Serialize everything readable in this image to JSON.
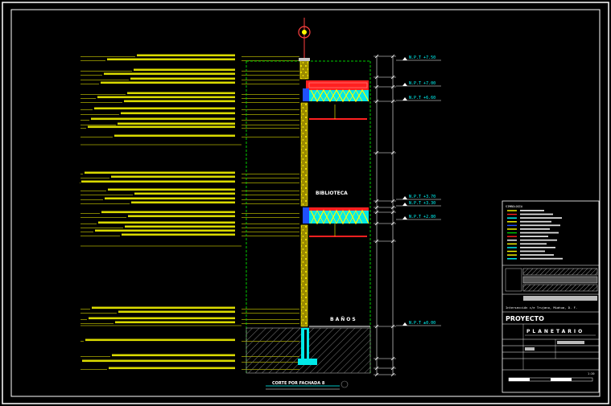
{
  "drawing": {
    "room_upper": "BIBLIOTECA",
    "room_lower": "BAÑOS",
    "section_title": "CORTE POR FACHADA 8",
    "levels": [
      {
        "label": "N.P.T +7.50"
      },
      {
        "label": "N.P.T +7.00"
      },
      {
        "label": "N.P.T +6.60"
      },
      {
        "label": "N.P.T +3.70"
      },
      {
        "label": "N.P.T +3.30"
      },
      {
        "label": "N.P.T +2.80"
      },
      {
        "label": "N.P.T ±0.00"
      }
    ]
  },
  "title_block": {
    "legend_header": "SIMBOLOGIA",
    "project_label": "PROYECTO",
    "project_name": "PLANETARIO",
    "address": "Intersección c/e Trujano, Miahua, D. F.",
    "scale": "1:20"
  },
  "colors": {
    "background": "#000000",
    "frame": "#ffffff",
    "annotation": "#ffff00",
    "slab_red": "#ff2020",
    "slab_cyan": "#00ffff",
    "guide_green": "#00cc00",
    "wall_fill": "#c8b400"
  }
}
